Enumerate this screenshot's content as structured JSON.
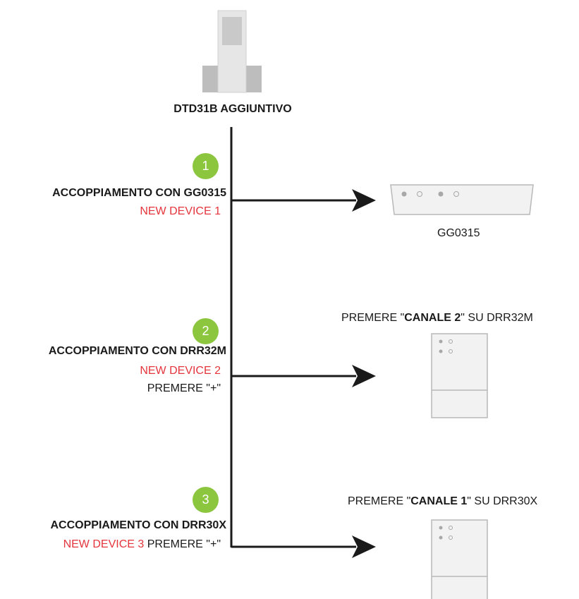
{
  "header": {
    "title": "DTD31B AGGIUNTIVO"
  },
  "steps": [
    {
      "number": "1",
      "title": "ACCOPPIAMENTO CON GG0315",
      "device": "NEW DEVICE 1",
      "extra": ""
    },
    {
      "number": "2",
      "title": "ACCOPPIAMENTO CON DRR32M",
      "device": "NEW DEVICE 2",
      "extra": "PREMERE \"+\""
    },
    {
      "number": "3",
      "title": "ACCOPPIAMENTO CON DRR30X",
      "device": "NEW DEVICE 3",
      "extra": "PREMERE \"+\""
    }
  ],
  "devices": {
    "gateway": {
      "label": "GG0315"
    },
    "drr32m": {
      "pre": "PREMERE \"",
      "bold": "CANALE 2",
      "post": "\" SU DRR32M"
    },
    "drr30x": {
      "pre": "PREMERE \"",
      "bold": "CANALE 1",
      "post": "\" SU DRR30X"
    }
  },
  "colors": {
    "step_circle": "#8cc63f",
    "red_text": "#e4353d",
    "line": "#1a1a1a",
    "device_stroke": "#b8b8b8"
  }
}
